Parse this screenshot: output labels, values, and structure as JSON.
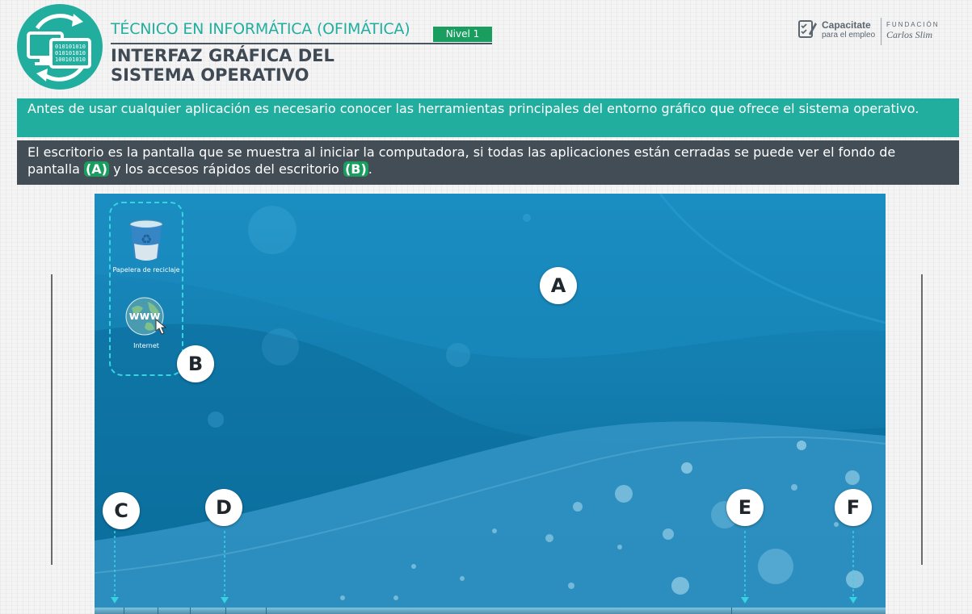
{
  "header": {
    "course_title": "TÉCNICO EN INFORMÁTICA (OFIMÁTICA)",
    "level_badge": "Nivel 1",
    "unit_title": "INTERFAZ GRÁFICA DEL SISTEMA OPERATIVO",
    "course_icon": "computer-binary-sync-icon"
  },
  "partner_logo": {
    "name": "Capacitate",
    "tagline": "para el empleo",
    "foundation_label": "FUNDACIÓN",
    "foundation_signature": "Carlos Slim",
    "icon": "checklist-pencil-icon"
  },
  "intro_text": "Antes de usar cualquier aplicación es necesario conocer las herramientas principales del entorno gráfico que ofrece el sistema operativo.",
  "description": {
    "part1": "El escritorio es la pantalla que se muestra al iniciar la computadora, si todas las aplicaciones están cerradas se puede ver el fondo de pantalla",
    "marker_a": "(A)",
    "part2": "y los accesos rápidos del escritorio",
    "marker_b": "(B)",
    "end": "."
  },
  "desktop": {
    "icons": [
      {
        "label": "Papelera de reciclaje",
        "icon": "recycle-bin-icon"
      },
      {
        "label": "Internet",
        "icon": "globe-www-icon"
      }
    ],
    "callouts": {
      "a": "A",
      "b": "B",
      "c": "C",
      "d": "D",
      "e": "E",
      "f": "F"
    }
  },
  "colors": {
    "teal": "#22ae9f",
    "dark_gray": "#434d56",
    "green_badge": "#1a9e60",
    "desktop_blue": "#0e82b2",
    "dashed_cyan": "#36d3e3"
  }
}
